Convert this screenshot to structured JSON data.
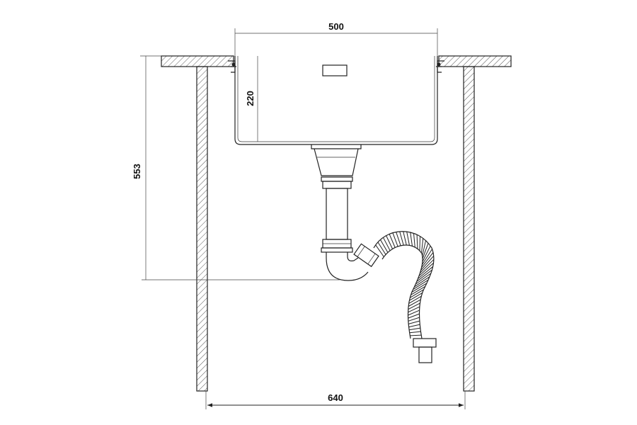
{
  "dimensions": {
    "sink_width": "500",
    "bowl_depth": "220",
    "counter_height": "553",
    "cabinet_width": "640"
  },
  "colors": {
    "stroke": "#222222",
    "hatch": "#555555",
    "background": "#ffffff"
  }
}
